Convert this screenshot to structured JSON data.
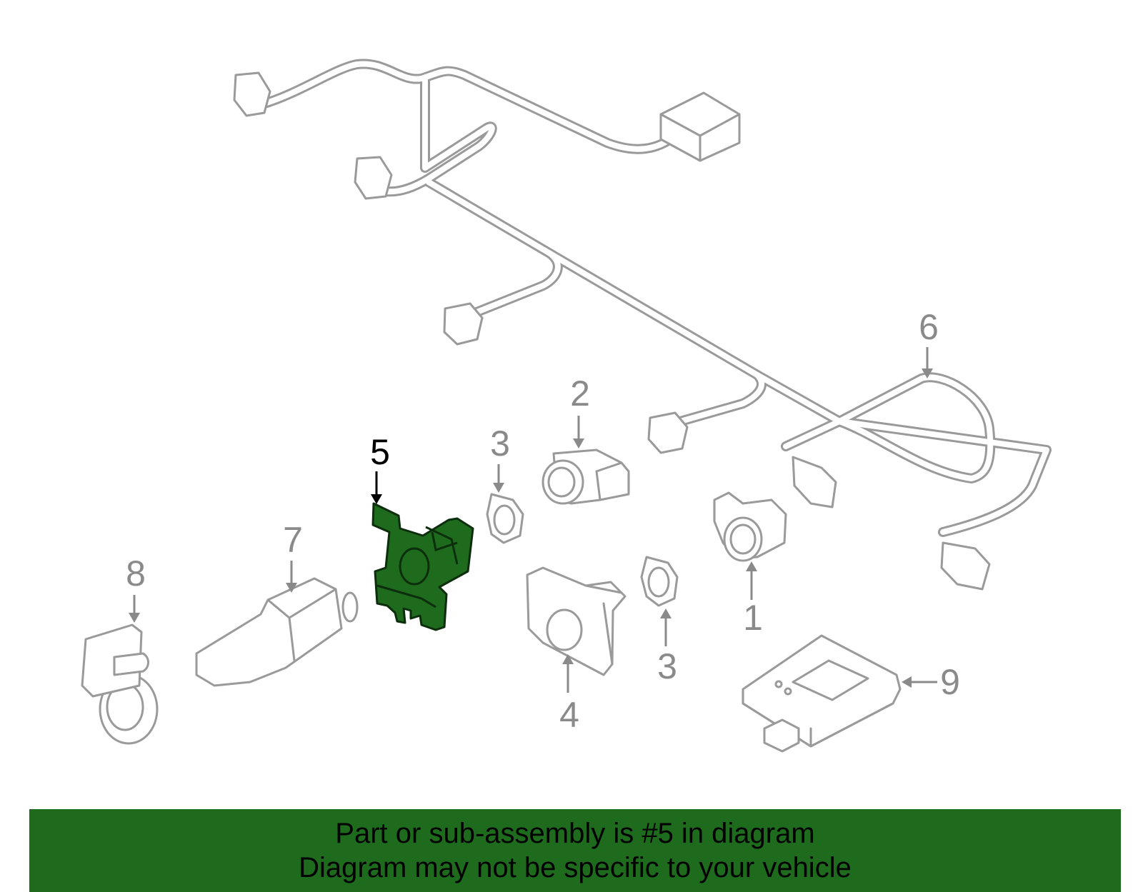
{
  "diagram": {
    "highlighted_part": "5",
    "callouts": [
      "1",
      "2",
      "3",
      "3",
      "4",
      "5",
      "6",
      "7",
      "8",
      "9"
    ],
    "highlight_color": "#1e6b1e",
    "line_color": "#9a9a9a"
  },
  "banner": {
    "line1": "Part or sub-assembly is #5 in diagram",
    "line2": "Diagram may not be specific to your vehicle"
  }
}
